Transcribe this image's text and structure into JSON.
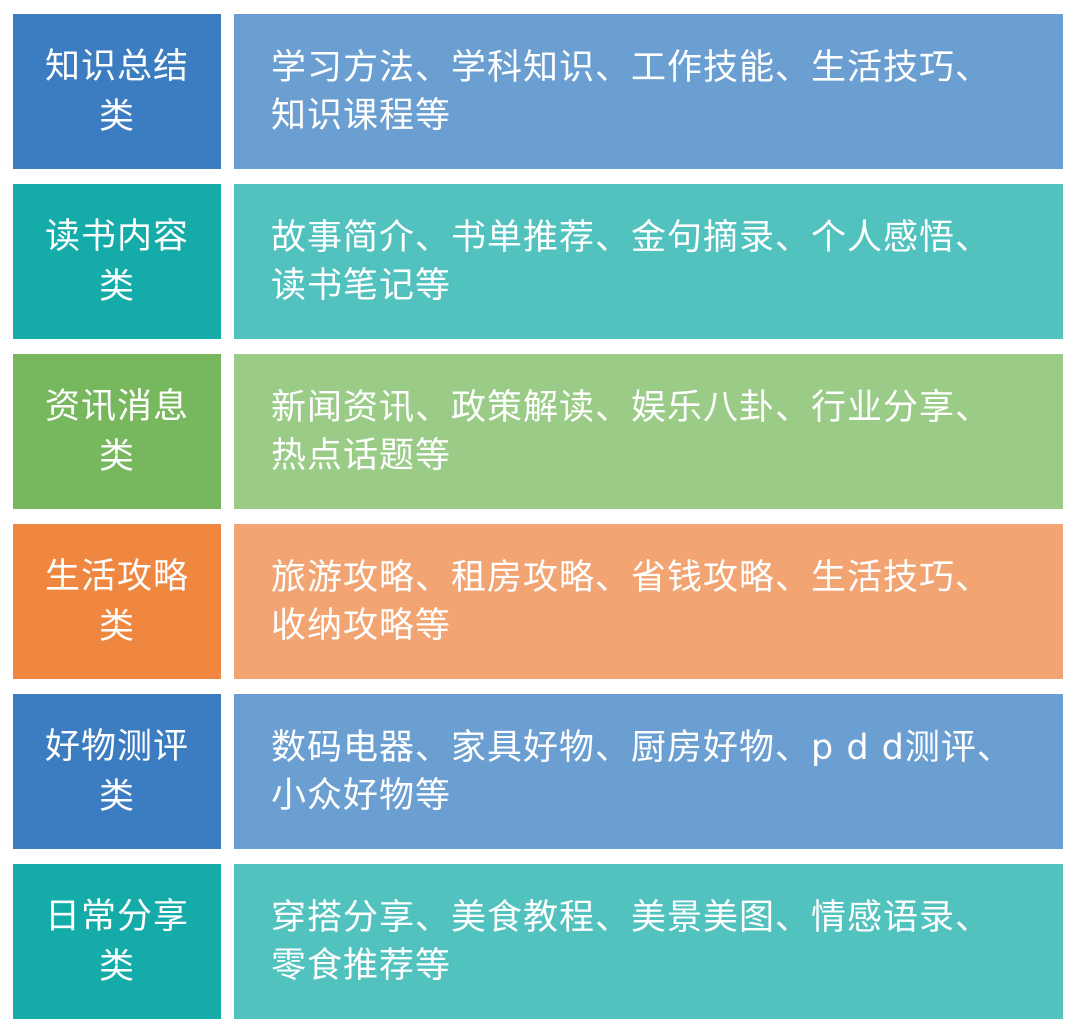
{
  "rows": [
    {
      "label": "知识总结类",
      "label_lines": [
        "知识总结",
        "类"
      ],
      "desc_lines": [
        "学习方法、学科知识、工作技能、生活技巧、",
        "知识课程等"
      ],
      "label_color": "#3C7DC1",
      "desc_color": "#6B9FD2"
    },
    {
      "label": "读书内容类",
      "label_lines": [
        "读书内容",
        "类"
      ],
      "desc_lines": [
        "故事简介、书单推荐、金句摘录、个人感悟、",
        "读书笔记等"
      ],
      "label_color": "#15ABA9",
      "desc_color": "#52C2BF"
    },
    {
      "label": "资讯消息类",
      "label_lines": [
        "资讯消息",
        "类"
      ],
      "desc_lines": [
        "新闻资讯、政策解读、娱乐八卦、行业分享、",
        "热点话题等"
      ],
      "label_color": "#77B85E",
      "desc_color": "#9ACC88"
    },
    {
      "label": "生活攻略类",
      "label_lines": [
        "生活攻略",
        "类"
      ],
      "desc_lines": [
        "旅游攻略、租房攻略、省钱攻略、生活技巧、",
        "收纳攻略等"
      ],
      "label_color": "#EF8740",
      "desc_color": "#F2A472"
    },
    {
      "label": "好物测评类",
      "label_lines": [
        "好物测评",
        "类"
      ],
      "desc_lines": [
        "数码电器、家具好物、厨房好物、p d d测评、",
        "小众好物等"
      ],
      "label_color": "#3C7DC1",
      "desc_color": "#6B9FD2"
    },
    {
      "label": "日常分享类",
      "label_lines": [
        "日常分享",
        "类"
      ],
      "desc_lines": [
        "穿搭分享、美食教程、美景美图、情感语录、",
        "零食推荐等"
      ],
      "label_color": "#15ABA9",
      "desc_color": "#52C2BF"
    }
  ]
}
